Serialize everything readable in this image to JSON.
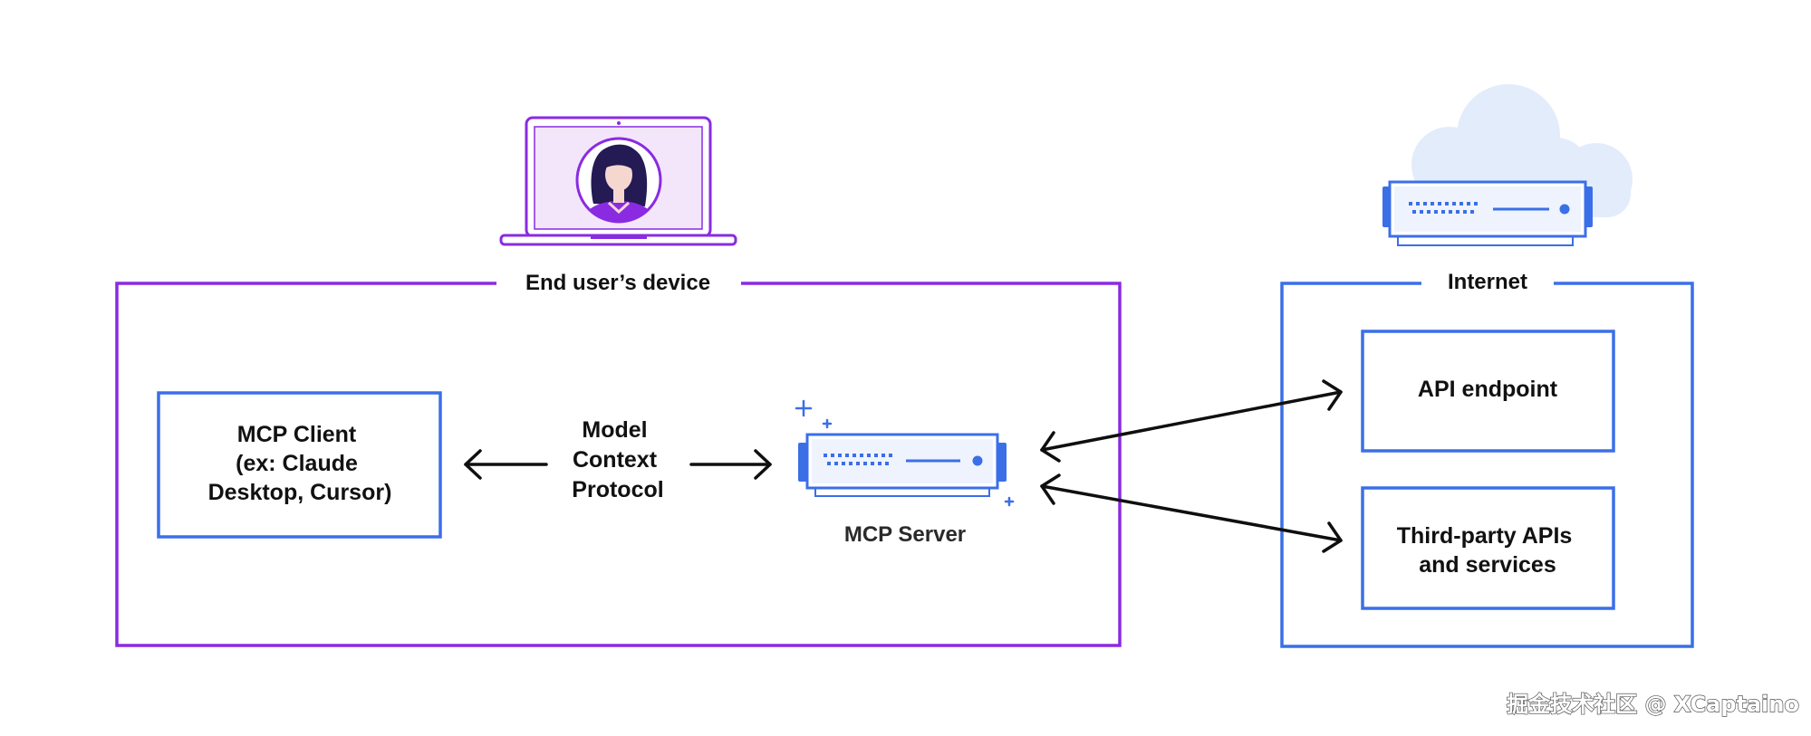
{
  "groups": {
    "device": {
      "label": "End user’s device"
    },
    "internet": {
      "label": "Internet"
    }
  },
  "nodes": {
    "client": {
      "lines": [
        "MCP Client",
        "(ex: Claude",
        "Desktop, Cursor)"
      ]
    },
    "protocol": {
      "lines": [
        "Model",
        "Context",
        "Protocol"
      ]
    },
    "server": {
      "label": "MCP Server"
    },
    "api": {
      "label": "API endpoint"
    },
    "thirdparty": {
      "lines": [
        "Third-party APIs",
        "and services"
      ]
    }
  },
  "watermark": {
    "text": "掘金技术社区 @ XCaptaino"
  },
  "colors": {
    "device_border": "#8a2be2",
    "internet_border": "#3b6fe8",
    "server_blue": "#3b6fe8",
    "cloud": "#e3ecfb",
    "arrow": "#0f0f0f"
  },
  "icons": [
    "laptop-icon",
    "user-avatar-icon",
    "cloud-icon",
    "server-icon",
    "sparkle-icon"
  ]
}
